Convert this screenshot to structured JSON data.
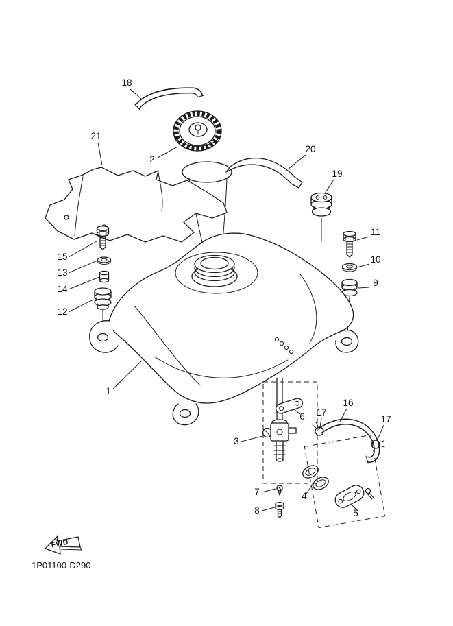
{
  "diagram": {
    "drawing_number": "1P01100-D290",
    "fwd_label": "FWD",
    "colors": {
      "line": "#1c1c1c",
      "background": "#ffffff"
    },
    "callouts": [
      {
        "ref": "18",
        "part": "breather-hose"
      },
      {
        "ref": "21",
        "part": "heat-shield"
      },
      {
        "ref": "2",
        "part": "fuel-filler-cap"
      },
      {
        "ref": "20",
        "part": "bracket"
      },
      {
        "ref": "19",
        "part": "damper-grommet"
      },
      {
        "ref": "11",
        "part": "bolt"
      },
      {
        "ref": "10",
        "part": "washer"
      },
      {
        "ref": "9",
        "part": "grommet"
      },
      {
        "ref": "15",
        "part": "bolt"
      },
      {
        "ref": "13",
        "part": "washer"
      },
      {
        "ref": "14",
        "part": "collar"
      },
      {
        "ref": "12",
        "part": "grommet"
      },
      {
        "ref": "1",
        "part": "fuel-tank"
      },
      {
        "ref": "6",
        "part": "gasket"
      },
      {
        "ref": "17",
        "part": "hose-clamp"
      },
      {
        "ref": "16",
        "part": "fuel-hose"
      },
      {
        "ref": "17",
        "part": "hose-clamp"
      },
      {
        "ref": "3",
        "part": "fuel-cock-assembly"
      },
      {
        "ref": "7",
        "part": "screw"
      },
      {
        "ref": "8",
        "part": "drain-bolt"
      },
      {
        "ref": "4",
        "part": "o-ring"
      },
      {
        "ref": "5",
        "part": "cover-plate"
      }
    ]
  }
}
